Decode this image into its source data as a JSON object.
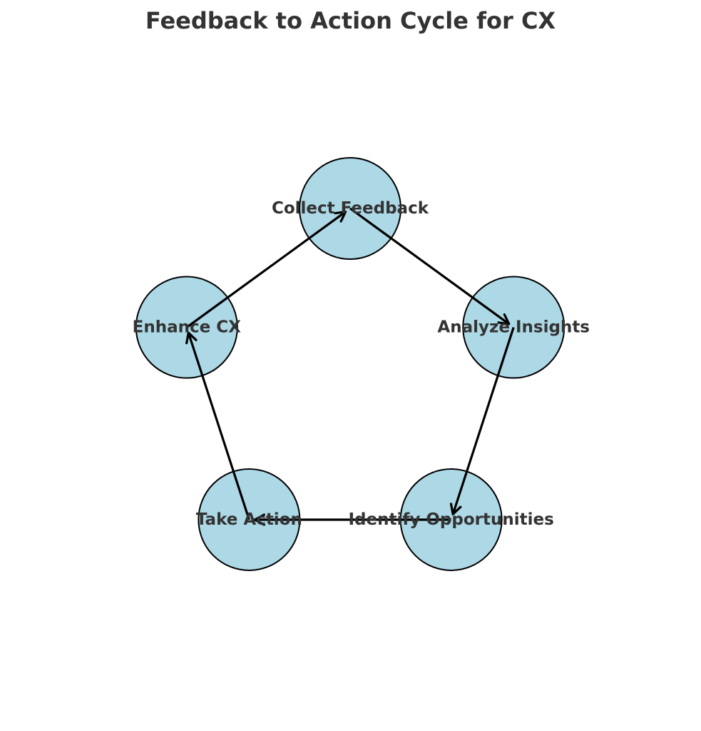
{
  "title": "Feedback to Action Cycle for CX",
  "colors": {
    "node_fill": "#add8e6",
    "node_stroke": "#000000",
    "text": "#333333",
    "arrow": "#000000"
  },
  "nodes": [
    {
      "id": "collect-feedback",
      "label": "Collect Feedback"
    },
    {
      "id": "analyze-insights",
      "label": "Analyze Insights"
    },
    {
      "id": "identify-opportunities",
      "label": "Identify Opportunities"
    },
    {
      "id": "take-action",
      "label": "Take Action"
    },
    {
      "id": "enhance-cx",
      "label": "Enhance CX"
    }
  ],
  "edges": [
    {
      "from": "collect-feedback",
      "to": "analyze-insights"
    },
    {
      "from": "analyze-insights",
      "to": "identify-opportunities"
    },
    {
      "from": "identify-opportunities",
      "to": "take-action"
    },
    {
      "from": "take-action",
      "to": "enhance-cx"
    },
    {
      "from": "enhance-cx",
      "to": "collect-feedback"
    }
  ]
}
